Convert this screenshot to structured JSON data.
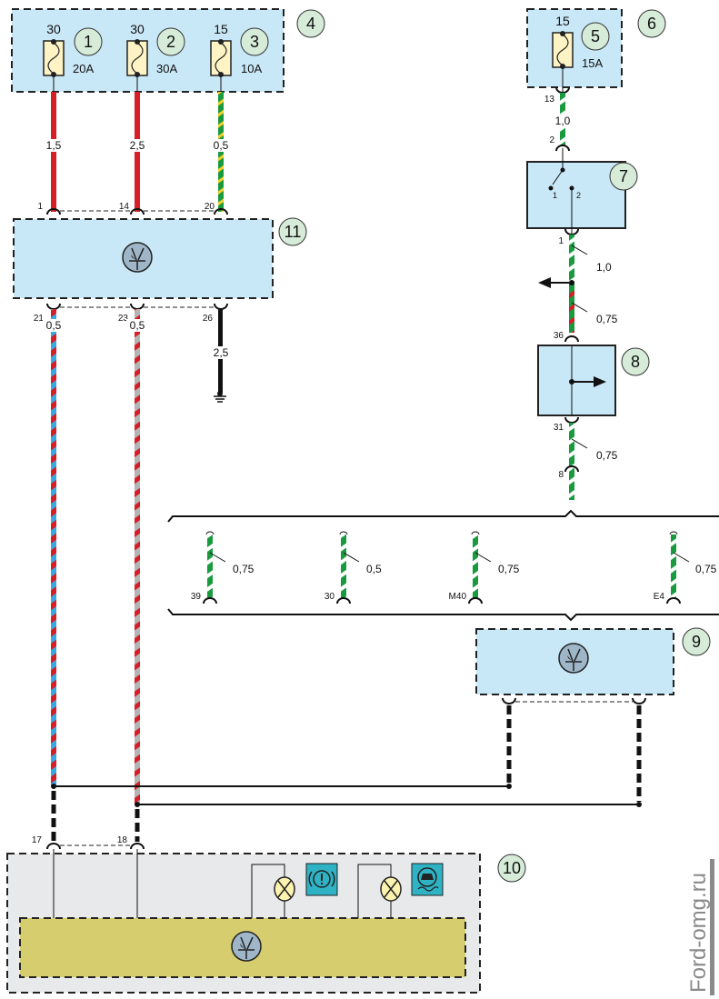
{
  "fuse_box_main": {
    "ref": "4",
    "fuses": [
      {
        "ref": "1",
        "terminal": "30",
        "rating": "20A"
      },
      {
        "ref": "2",
        "terminal": "30",
        "rating": "30A"
      },
      {
        "ref": "3",
        "terminal": "15",
        "rating": "10A"
      }
    ]
  },
  "fuse_box_secondary": {
    "ref": "6",
    "fuse": {
      "ref": "5",
      "terminal": "15",
      "rating": "15A"
    }
  },
  "wires_top": [
    {
      "size": "1,5",
      "pin": "1",
      "colors": [
        "#d71e26"
      ]
    },
    {
      "size": "2,5",
      "pin": "14",
      "colors": [
        "#d71e26"
      ]
    },
    {
      "size": "0,5",
      "pin": "20",
      "colors": [
        "#1a9a3e",
        "#f2d02c"
      ]
    }
  ],
  "module_11": {
    "ref": "11",
    "pins": [
      "21",
      "23",
      "26"
    ],
    "sizes": [
      "0,5",
      "0,5",
      "2,5"
    ]
  },
  "switch_7": {
    "ref": "7",
    "in_pin": "2",
    "out_pin": "1",
    "contacts": [
      "1",
      "2"
    ],
    "wire_in": {
      "pin": "13",
      "size": "1,0"
    }
  },
  "wire_7_8": {
    "size_upper": "1,0",
    "size_lower": "0,75",
    "pin": "36"
  },
  "module_8": {
    "ref": "8",
    "out_pin": "31",
    "size": "0,75",
    "connector_pin": "8"
  },
  "branches": [
    {
      "pin": "39",
      "size": "0,75"
    },
    {
      "pin": "30",
      "size": "0,5"
    },
    {
      "pin": "M40",
      "size": "0,75"
    },
    {
      "pin": "E4",
      "size": "0,75"
    }
  ],
  "module_9": {
    "ref": "9"
  },
  "cluster_10": {
    "ref": "10",
    "pins": [
      "17",
      "18"
    ]
  },
  "watermark": "Ford-omg.ru",
  "colors": {
    "module_fill": "#c9e8f7",
    "cluster_fill": "#e8e9ea",
    "cluster_inner_fill": "#d6cd6e",
    "ref_circle": "#d6ecd8",
    "warning_icon_bg": "#2fb3c4"
  }
}
